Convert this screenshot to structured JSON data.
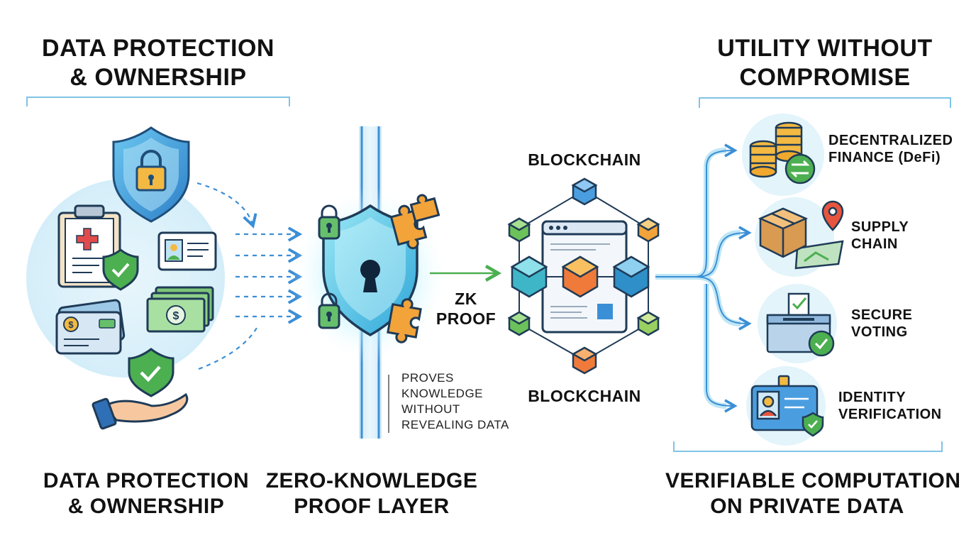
{
  "left": {
    "title_top": [
      "DATA PROTECTION",
      "& OWNERSHIP"
    ],
    "title_bottom": [
      "DATA PROTECTION",
      "& OWNERSHIP"
    ]
  },
  "center": {
    "title": [
      "ZERO-KNOWLEDGE",
      "PROOF LAYER"
    ],
    "note": [
      "PROVES",
      "KNOWLEDGE",
      "WITHOUT",
      "REVEALING DATA"
    ],
    "zk_label": [
      "ZK",
      "PROOF"
    ]
  },
  "blockchain": {
    "label_top": "BLOCKCHAIN",
    "label_bottom": "BLOCKCHAIN"
  },
  "right": {
    "title_top": [
      "UTILITY WITHOUT",
      "COMPROMISE"
    ],
    "title_bottom": [
      "VERIFIABLE COMPUTATION",
      "ON PRIVATE DATA"
    ],
    "items": [
      {
        "label": [
          "DECENTRALIZED",
          "FINANCE (DeFi)"
        ],
        "icon": "coins-exchange-icon"
      },
      {
        "label": [
          "SUPPLY",
          "CHAIN"
        ],
        "icon": "package-map-icon"
      },
      {
        "label": [
          "SECURE",
          "VOTING"
        ],
        "icon": "ballot-box-icon"
      },
      {
        "label": [
          "IDENTITY",
          "VERIFICATION"
        ],
        "icon": "id-badge-icon"
      }
    ]
  },
  "colors": {
    "accent_blue": "#3b8fd6",
    "accent_green": "#4caf50",
    "accent_orange": "#f2a33a",
    "glow_cyan": "#7fdcf0"
  }
}
